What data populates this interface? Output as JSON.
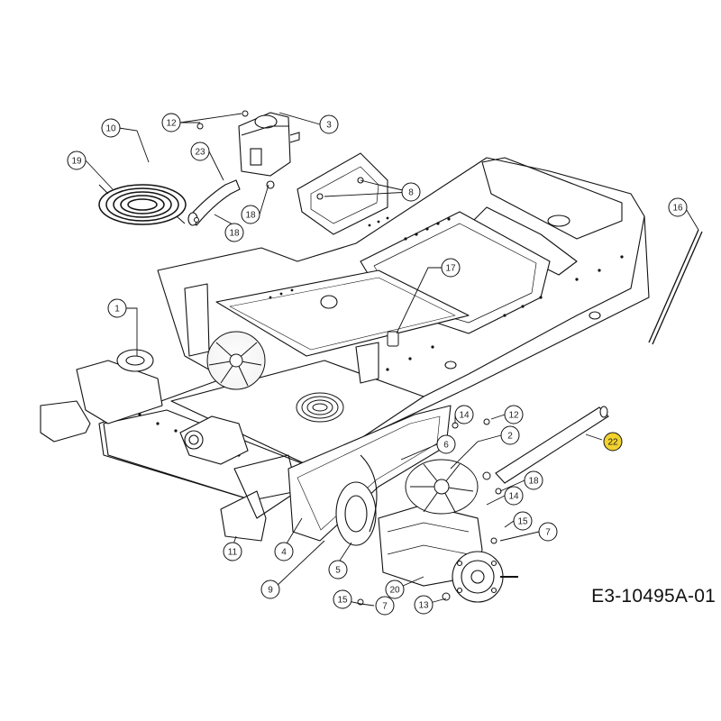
{
  "diagram": {
    "reference_code": "E3-10495A-01",
    "highlight_color": "#f2d22e",
    "callouts": [
      {
        "id": "c10",
        "label": "10"
      },
      {
        "id": "c19",
        "label": "19"
      },
      {
        "id": "c12a",
        "label": "12"
      },
      {
        "id": "c3",
        "label": "3"
      },
      {
        "id": "c23",
        "label": "23"
      },
      {
        "id": "c8",
        "label": "8"
      },
      {
        "id": "c18a",
        "label": "18"
      },
      {
        "id": "c18b",
        "label": "18"
      },
      {
        "id": "c16",
        "label": "16"
      },
      {
        "id": "c17",
        "label": "17"
      },
      {
        "id": "c1",
        "label": "1"
      },
      {
        "id": "c14a",
        "label": "14"
      },
      {
        "id": "c12b",
        "label": "12"
      },
      {
        "id": "c22",
        "label": "22"
      },
      {
        "id": "c6",
        "label": "6"
      },
      {
        "id": "c2",
        "label": "2"
      },
      {
        "id": "c18c",
        "label": "18"
      },
      {
        "id": "c14b",
        "label": "14"
      },
      {
        "id": "c15a",
        "label": "15"
      },
      {
        "id": "c7a",
        "label": "7"
      },
      {
        "id": "c11",
        "label": "11"
      },
      {
        "id": "c4",
        "label": "4"
      },
      {
        "id": "c5",
        "label": "5"
      },
      {
        "id": "c9",
        "label": "9"
      },
      {
        "id": "c15b",
        "label": "15"
      },
      {
        "id": "c7b",
        "label": "7"
      },
      {
        "id": "c20",
        "label": "20"
      },
      {
        "id": "c13",
        "label": "13"
      }
    ]
  }
}
